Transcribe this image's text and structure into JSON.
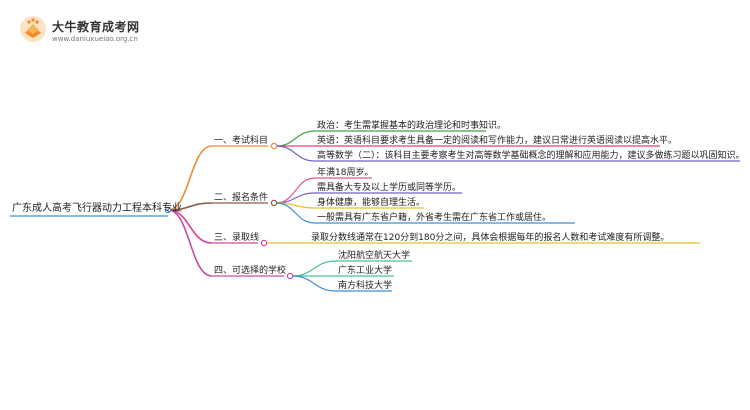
{
  "logo": {
    "title": "大牛教育成考网",
    "url": "www.daniuxueiao.org.cn"
  },
  "mindmap": {
    "root": "广东成人高考飞行器动力工程本科专业",
    "branches": [
      {
        "label": "一、考试科目",
        "color": "#e98b3a",
        "children": [
          {
            "label": "政治：考生需掌握基本的政治理论和时事知识。",
            "color": "#3aa84a"
          },
          {
            "label": "英语：英语科目要求考生具备一定的阅读和写作能力，建议日常进行英语阅读以提高水平。",
            "color": "#d9447a"
          },
          {
            "label": "高等数学（二）：该科目主要考察考生对高等数学基础概念的理解和应用能力，建议多做练习题以巩固知识。",
            "color": "#7a5fc4"
          }
        ]
      },
      {
        "label": "二、报名条件",
        "color": "#8a5a48",
        "children": [
          {
            "label": "年满18周岁。",
            "color": "#e2578e"
          },
          {
            "label": "需具备大专及以上学历或同等学历。",
            "color": "#7a5fc4"
          },
          {
            "label": "身体健康，能够自理生活。",
            "color": "#e6c22a"
          },
          {
            "label": "一般需具有广东省户籍，外省考生需在广东省工作或居住。",
            "color": "#3a8fd9"
          }
        ]
      },
      {
        "label": "三、录取线",
        "color": "#d9449a",
        "children": [
          {
            "label": "录取分数线通常在120分到180分之间，具体会根据每年的报名人数和考试难度有所调整。",
            "color": "#e6c22a"
          }
        ]
      },
      {
        "label": "四、可选择的学校",
        "color": "#c94aa6",
        "children": [
          {
            "label": "沈阳航空航天大学",
            "color": "#4bbf9a"
          },
          {
            "label": "广东工业大学",
            "color": "#4bbf9a"
          },
          {
            "label": "南方科技大学",
            "color": "#3a8fd9"
          }
        ]
      }
    ]
  }
}
